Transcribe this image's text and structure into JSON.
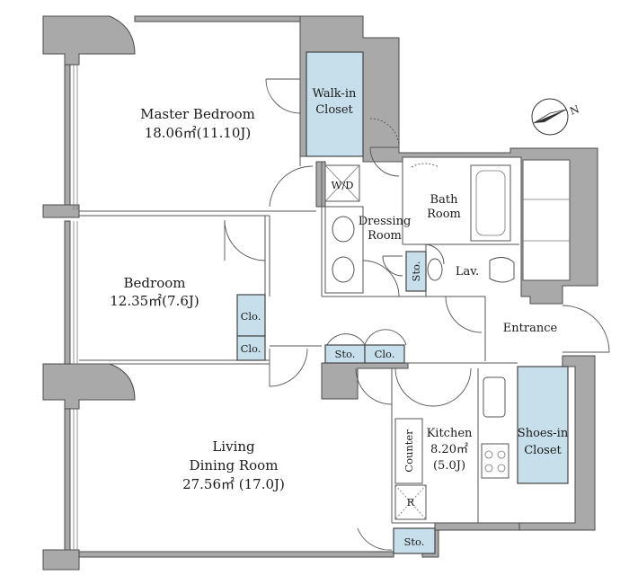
{
  "rooms": {
    "master_bedroom": {
      "name": "Master Bedroom",
      "area": "18.06㎡(11.10J)"
    },
    "walk_in_closet": {
      "line1": "Walk-in",
      "line2": "Closet"
    },
    "bedroom": {
      "name": "Bedroom",
      "area": "12.35㎡(7.6J)"
    },
    "clo1": "Clo.",
    "clo2": "Clo.",
    "wd": "W/D",
    "dressing": {
      "line1": "Dressing",
      "line2": "Room"
    },
    "bath": {
      "line1": "Bath",
      "line2": "Room"
    },
    "sto_bath": "Sto.",
    "lav": "Lav.",
    "entrance": "Entrance",
    "sto_hall": "Sto.",
    "clo_hall": "Clo.",
    "kitchen": {
      "name": "Kitchen",
      "area": "8.20㎡",
      "tatami": "(5.0J)"
    },
    "counter": "Counter",
    "fridge": "R",
    "shoes_closet": {
      "line1": "Shoes-in",
      "line2": "Closet"
    },
    "living": {
      "line1": "Living",
      "line2": "Dining Room",
      "area": "27.56㎡ (17.0J)"
    },
    "sto_living": "Sto."
  },
  "compass": {
    "label": "N"
  },
  "colors": {
    "closet": "#c6dfea",
    "wall": "#a9a9a9"
  }
}
